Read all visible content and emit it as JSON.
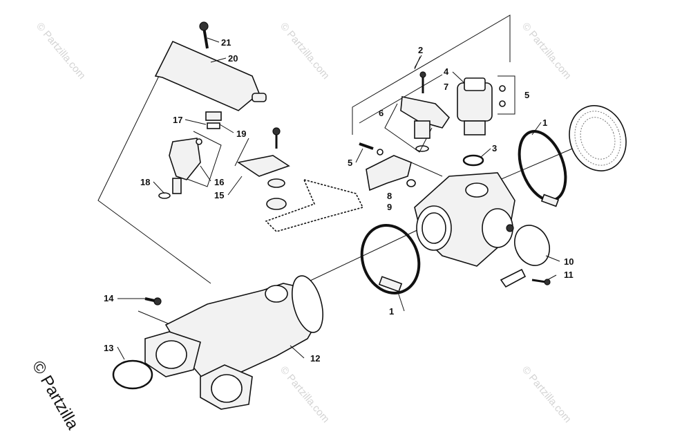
{
  "watermark": {
    "text": "© Partzilla.com"
  },
  "brand": {
    "text": "© Partzilla"
  },
  "callouts": {
    "c1a": "1",
    "c1b": "1",
    "c2": "2",
    "c3": "3",
    "c4": "4",
    "c5a": "5",
    "c5b": "5",
    "c6": "6",
    "c7": "7",
    "c8": "8",
    "c9": "9",
    "c10": "10",
    "c11": "11",
    "c12": "12",
    "c13": "13",
    "c14": "14",
    "c15": "15",
    "c16": "16",
    "c17": "17",
    "c18": "18",
    "c19": "19",
    "c20": "20",
    "c21": "21"
  }
}
